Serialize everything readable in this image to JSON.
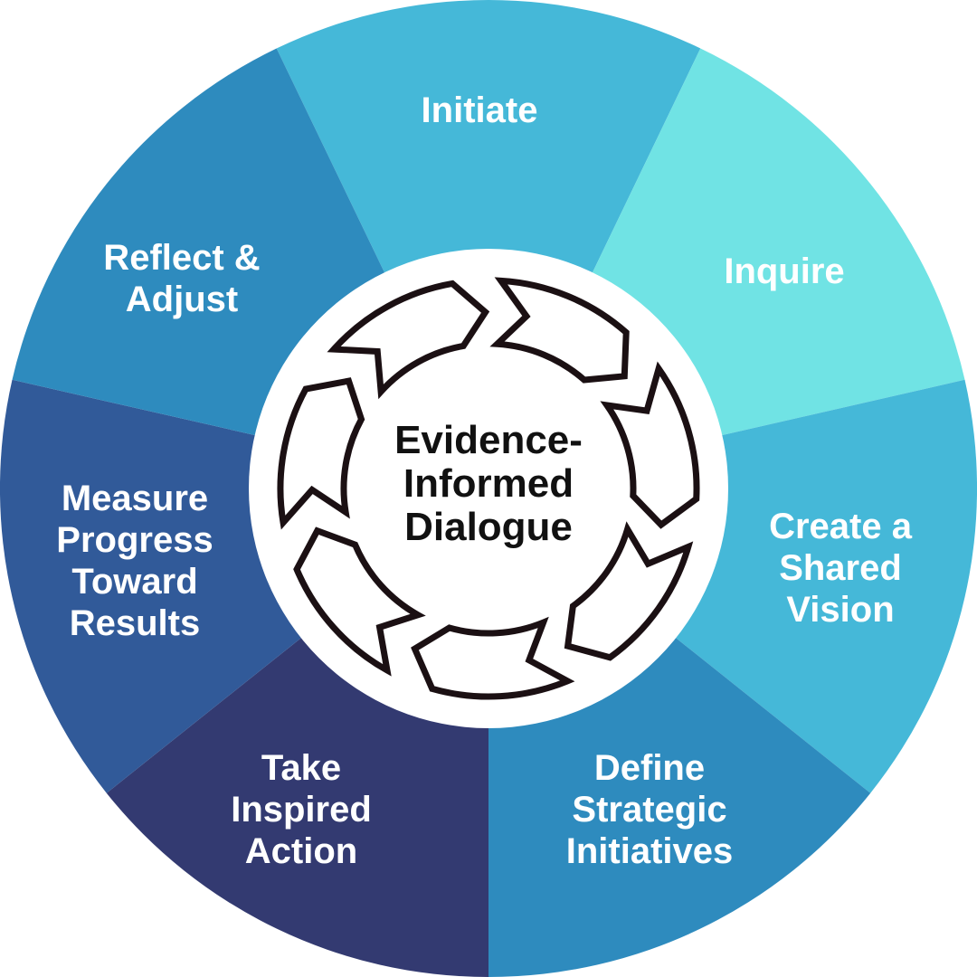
{
  "diagram": {
    "type": "cycle-wheel",
    "segment_count": 7,
    "label_color": "#FFFFFF"
  },
  "center": {
    "lines": [
      "Evidence-",
      "Informed",
      "Dialogue"
    ],
    "label": "Evidence-Informed Dialogue",
    "icon": "cycle-arrows-icon",
    "icon_arrow_count": 7,
    "background": "#FFFFFF",
    "text_color": "#111111",
    "arrow_outline_color": "#1B1013",
    "arrow_fill_color": "#FFFFFF"
  },
  "segments": [
    {
      "id": "initiate",
      "label": "Initiate",
      "lines": [
        "Initiate"
      ],
      "color": "#45B8D8"
    },
    {
      "id": "inquire",
      "label": "Inquire",
      "lines": [
        "Inquire"
      ],
      "color": "#70E3E4"
    },
    {
      "id": "create-a-shared-vision",
      "label": "Create a Shared Vision",
      "lines": [
        "Create a",
        "Shared",
        "Vision"
      ],
      "color": "#45B8D8"
    },
    {
      "id": "define-strategic-initiatives",
      "label": "Define Strategic Initiatives",
      "lines": [
        "Define",
        "Strategic",
        "Initiatives"
      ],
      "color": "#2E8BBE"
    },
    {
      "id": "take-inspired-action",
      "label": "Take Inspired Action",
      "lines": [
        "Take",
        "Inspired",
        "Action"
      ],
      "color": "#333A71"
    },
    {
      "id": "measure-progress-toward-results",
      "label": "Measure Progress Toward Results",
      "lines": [
        "Measure",
        "Progress",
        "Toward",
        "Results"
      ],
      "color": "#315A99"
    },
    {
      "id": "reflect-and-adjust",
      "label": "Reflect & Adjust",
      "lines": [
        "Reflect &",
        "Adjust"
      ],
      "color": "#2E8BBE"
    }
  ]
}
